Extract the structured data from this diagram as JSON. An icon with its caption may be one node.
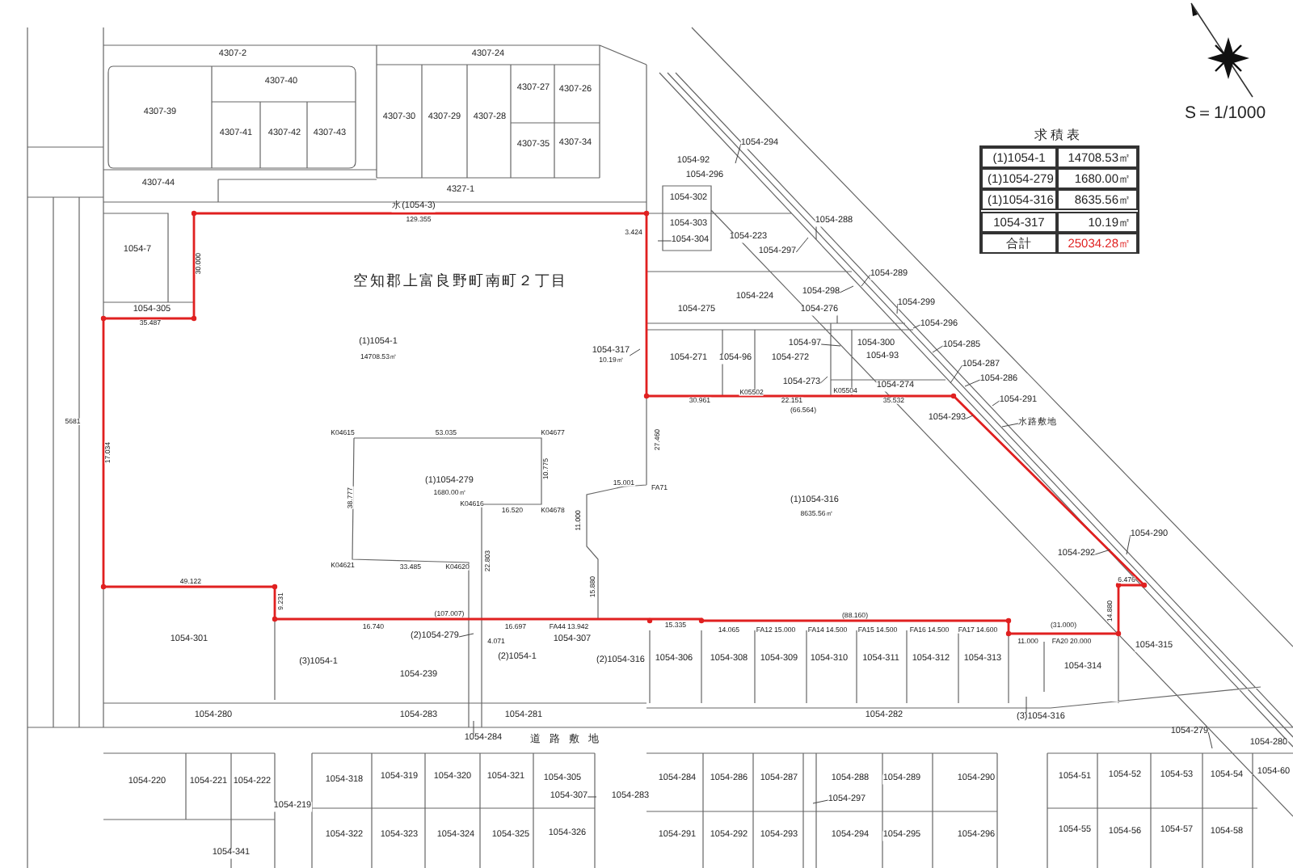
{
  "diagram": {
    "nodes": [
      {
        "text": [
          "1054-294"
        ]
      },
      {
        "text": [
          "1054-304"
        ]
      },
      {
        "text": [
          "1054-297"
        ]
      },
      {
        "text": [
          "1054-288"
        ]
      },
      {
        "text": [
          "1054-298"
        ]
      },
      {
        "text": [
          "1054-289"
        ]
      },
      {
        "text": [
          "1054-299"
        ]
      },
      {
        "text": [
          "1054-276"
        ]
      },
      {
        "text": [
          "1054-296"
        ]
      },
      {
        "text": [
          "1054-97"
        ]
      },
      {
        "text": [
          "1054-285"
        ]
      },
      {
        "text": [
          "1054-317"
        ],
        "beside": [
          "10.19㎡"
        ]
      },
      {
        "text": [
          "1054-287"
        ]
      },
      {
        "text": [
          "1054-286"
        ]
      },
      {
        "text": [
          "1054-273"
        ]
      },
      {
        "text": [
          "1054-291"
        ]
      },
      {
        "text": [
          "1054-293"
        ]
      },
      {
        "text": [
          "水路敷地"
        ]
      },
      {
        "text": [
          "1054-290"
        ]
      },
      {
        "text": [
          "1054-292"
        ]
      },
      {
        "text": [
          "(2)1054-279"
        ]
      },
      {
        "text": [
          "1054-284"
        ]
      },
      {
        "text": [
          "(3)1054-316"
        ]
      },
      {
        "text": [
          "1054-279"
        ]
      },
      {
        "text": [
          "1054-307"
        ]
      },
      {
        "text": [
          "1054-297"
        ]
      }
    ],
    "edges": [
      {
        "from": 0,
        "to": null,
        "arrow": "none"
      },
      {
        "from": 1,
        "to": null,
        "arrow": "none"
      },
      {
        "from": 2,
        "to": null,
        "arrow": "none"
      },
      {
        "from": 3,
        "to": null,
        "arrow": "none"
      },
      {
        "from": 4,
        "to": null,
        "arrow": "none"
      },
      {
        "from": 5,
        "to": null,
        "arrow": "none"
      },
      {
        "from": 6,
        "to": null,
        "arrow": "none"
      },
      {
        "from": 7,
        "to": null,
        "arrow": "none"
      },
      {
        "from": 8,
        "to": null,
        "arrow": "none"
      },
      {
        "from": 9,
        "to": null,
        "arrow": "none"
      },
      {
        "from": 10,
        "to": null,
        "arrow": "none"
      },
      {
        "from": 11,
        "to": null,
        "arrow": "none"
      },
      {
        "from": 12,
        "to": null,
        "arrow": "none"
      },
      {
        "from": 13,
        "to": null,
        "arrow": "none"
      },
      {
        "from": 14,
        "to": null,
        "arrow": "none"
      },
      {
        "from": 15,
        "to": null,
        "arrow": "none"
      },
      {
        "from": 16,
        "to": null,
        "arrow": "none"
      },
      {
        "from": 17,
        "to": null,
        "arrow": "none"
      },
      {
        "from": 18,
        "to": null,
        "arrow": "none"
      },
      {
        "from": 19,
        "to": null,
        "arrow": "none"
      },
      {
        "from": 20,
        "to": null,
        "arrow": "none"
      },
      {
        "from": 21,
        "to": null,
        "arrow": "none"
      },
      {
        "from": 22,
        "to": null,
        "arrow": "none"
      },
      {
        "from": 23,
        "to": null,
        "arrow": "none"
      },
      {
        "from": 24,
        "to": null,
        "arrow": "none"
      },
      {
        "from": 25,
        "to": null,
        "arrow": "none"
      }
    ],
    "labels": [
      "4307-2",
      "4307-24",
      "4307-40",
      "4307-39",
      "4307-41",
      "4307-42",
      "4307-43",
      "4307-30",
      "4307-29",
      "4307-28",
      "4307-27",
      "4307-26",
      "4307-35",
      "4307-34",
      "4307-44",
      "4327-1",
      "水(1054-3)",
      "129.355",
      "1054-7",
      "30.000",
      "3.424",
      "1054-92",
      "1054-296",
      "1054-302",
      "1054-303",
      "1054-223",
      "1054-224",
      "空知郡上富良野町南町２丁目",
      "1054-305",
      "35.487",
      "1054-275",
      "1054-271",
      "1054-96",
      "1054-272",
      "1054-300",
      "1054-93",
      "1054-274",
      "(1)1054-1",
      "14708.53㎡",
      "30.961",
      "22.151",
      "(66.564)",
      "35.532",
      "K05502",
      "K05504",
      "5681",
      "17.034",
      "27.460",
      "K04615",
      "53.035",
      "K04677",
      "10.775",
      "(1)1054-279",
      "1680.00㎡",
      "15.001",
      "FA71",
      "38.777",
      "K04616",
      "16.520",
      "K04678",
      "(1)1054-316",
      "8635.56㎡",
      "11.000",
      "K04621",
      "33.485",
      "K04620",
      "22.803",
      "49.122",
      "15.880",
      "6.476",
      "9.231",
      "14.880",
      "(107.007)",
      "(88.160)",
      "(31.000)",
      "16.740",
      "16.697",
      "FA44 13.942",
      "15.335",
      "14.065",
      "FA12 15.000",
      "FA14 14.500",
      "FA15 14.500",
      "FA16 14.500",
      "FA17 14.600",
      "1054-301",
      "4.071",
      "1054-307",
      "11.000",
      "FA20 20.000",
      "1054-315",
      "(3)1054-1",
      "(2)1054-1",
      "(2)1054-316",
      "1054-306",
      "1054-308",
      "1054-309",
      "1054-310",
      "1054-311",
      "1054-312",
      "1054-313",
      "1054-314",
      "1054-239",
      "1054-280",
      "1054-283",
      "1054-281",
      "1054-282",
      "道路敷地",
      "1054-280",
      "1054-220",
      "1054-221",
      "1054-222",
      "1054-318",
      "1054-319",
      "1054-320",
      "1054-321",
      "1054-305",
      "1054-284",
      "1054-286",
      "1054-287",
      "1054-288",
      "1054-289",
      "1054-290",
      "1054-51",
      "1054-52",
      "1054-53",
      "1054-54",
      "1054-60",
      "1054-219",
      "1054-283",
      "1054-322",
      "1054-323",
      "1054-324",
      "1054-325",
      "1054-326",
      "1054-291",
      "1054-292",
      "1054-293",
      "1054-294",
      "1054-295",
      "1054-296",
      "1054-55",
      "1054-56",
      "1054-57",
      "1054-58",
      "1054-341",
      "求積表",
      "(1)1054-1",
      "14708.53㎡",
      "(1)1054-279",
      "1680.00㎡",
      "(1)1054-316",
      "8635.56㎡",
      "1054-317",
      "10.19㎡",
      "合計",
      "25034.28㎡",
      "S＝1/1000"
    ]
  }
}
